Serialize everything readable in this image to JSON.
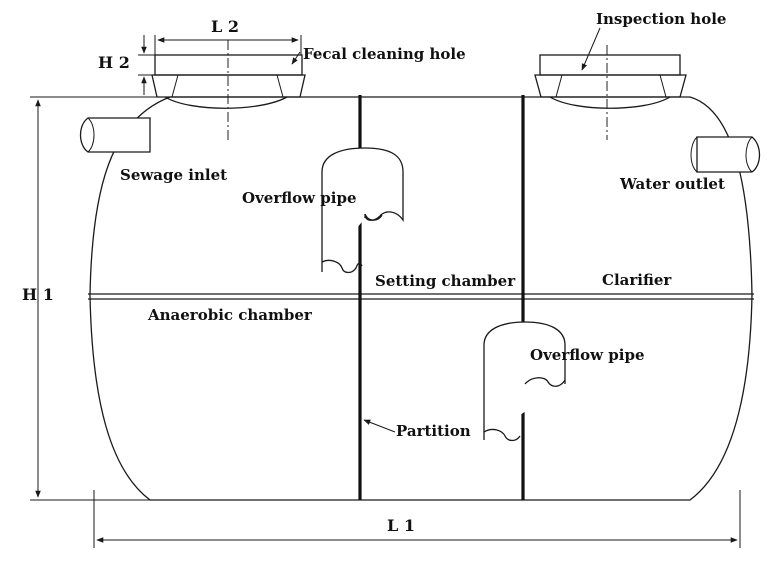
{
  "labels": {
    "l2": "L 2",
    "h2": "H 2",
    "fecal_cleaning_hole": "Fecal cleaning hole",
    "inspection_hole": "Inspection hole",
    "sewage_inlet": "Sewage inlet",
    "overflow_pipe_left": "Overflow pipe",
    "water_outlet": "Water outlet",
    "h1": "H 1",
    "setting_chamber": "Setting chamber",
    "clarifier": "Clarifier",
    "anaerobic_chamber": "Anaerobic chamber",
    "overflow_pipe_right": "Overflow pipe",
    "partition": "Partition",
    "l1": "L 1"
  }
}
